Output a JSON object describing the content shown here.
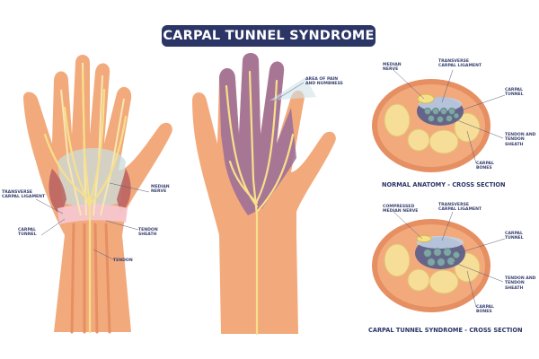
{
  "title": "CARPAL TUNNEL SYNDROME",
  "hand_labels": {
    "transverse_ligament": "TRANSVERSE\nCARPAL LIGAMENT",
    "median_nerve": "MEDIAN\nNERVE",
    "carpal_tunnel": "CARPAL\nTUNNEL",
    "tendon_sheath": "TENDON\nSHEATH",
    "tendon": "TENDON"
  },
  "pain_label": "AREA OF PAIN\nAND NUMBNESS",
  "normal_section": {
    "median_nerve": "MEDIAN\nNERVE",
    "transverse_ligament": "TRANSVERSE\nCARPAL LIGAMENT",
    "carpal_tunnel": "CARPAL\nTUNNEL",
    "tendon_sheath": "TENDON AND\nTENDON SHEATH",
    "carpal_bones": "CARPAL\nBONES",
    "caption": "NORMAL ANATOMY - CROSS SECTION"
  },
  "syndrome_section": {
    "median_nerve": "COMPRESSED\nMEDIAN NERVE",
    "transverse_ligament": "TRANSVERSE\nCARPAL LIGAMENT",
    "carpal_tunnel": "CARPAL\nTUNNEL",
    "tendon_sheath": "TENDON AND\nTENDON SHEATH",
    "carpal_bones": "CARPAL\nBONES",
    "caption": "CARPAL TUNNEL SYNDROME - CROSS SECTION"
  },
  "colors": {
    "skin": "#f2aa7c",
    "skin_dark": "#e58f62",
    "nerve": "#f7e08a",
    "pain": "#9a6d9a",
    "ligament": "#f4c6cf",
    "title_bg": "#2b3566",
    "bone": "#f6dd98",
    "tunnel": "#67648c"
  }
}
